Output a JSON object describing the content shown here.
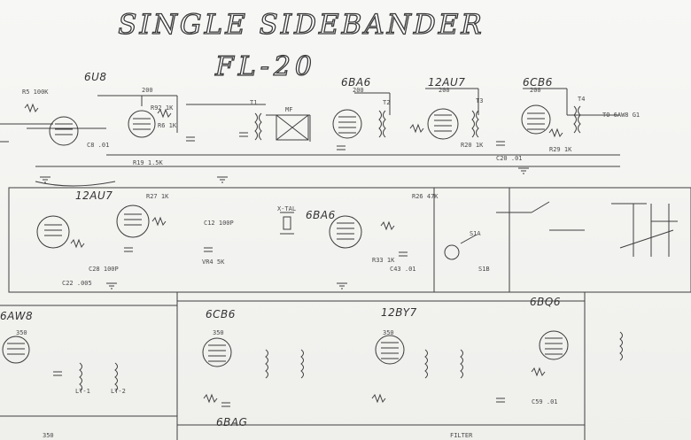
{
  "title": "SINGLE SIDEBANDER",
  "model": "FL-20",
  "tubes": {
    "t_6u8": "6U8",
    "t_6ba6_top": "6BA6",
    "t_12au7_top": "12AU7",
    "t_6cb6_top": "6CB6",
    "t_12au7_mid": "12AU7",
    "t_6ba6_mid": "6BA6",
    "t_6aw8": "6AW8",
    "t_6cb6_bot": "6CB6",
    "t_12by7": "12BY7",
    "t_6bq6": "6BQ6",
    "t_6bag": "6BAG"
  },
  "labels": {
    "mf": "MF",
    "t1": "T1",
    "t2": "T2",
    "t3": "T3",
    "t4": "T4",
    "s1a": "S1A",
    "v200a": "200",
    "v200b": "200",
    "v200c": "200",
    "v200d": "200",
    "v350a": "350",
    "v350b": "350",
    "v350c": "350",
    "ant": "TO 6AW8 G1",
    "r27": "R27 1K",
    "c12": "C12 100P",
    "lt1": "LT-1",
    "lt2": "LT-2",
    "xtal": "X-TAL",
    "filter": "FILTER",
    "r92": "R92 1K",
    "r6": "R6 1K",
    "c8": "C8 .01",
    "r19": "R19 1.5K",
    "r33": "R33 1K",
    "r20": "R20 1K",
    "c20": "C20 .01",
    "r29": "R29 1K",
    "c43": "C43 .01",
    "vr4": "VR4 5K",
    "c28": "C28 100P",
    "r26": "R26 47K",
    "s1b": "S1B",
    "c22": "C22 .005",
    "r5": "R5 100K",
    "c59": "C59 .01",
    "v350d": "350"
  },
  "colors": {
    "ink": "#3a3a3a",
    "paper": "#f4f4f2"
  }
}
